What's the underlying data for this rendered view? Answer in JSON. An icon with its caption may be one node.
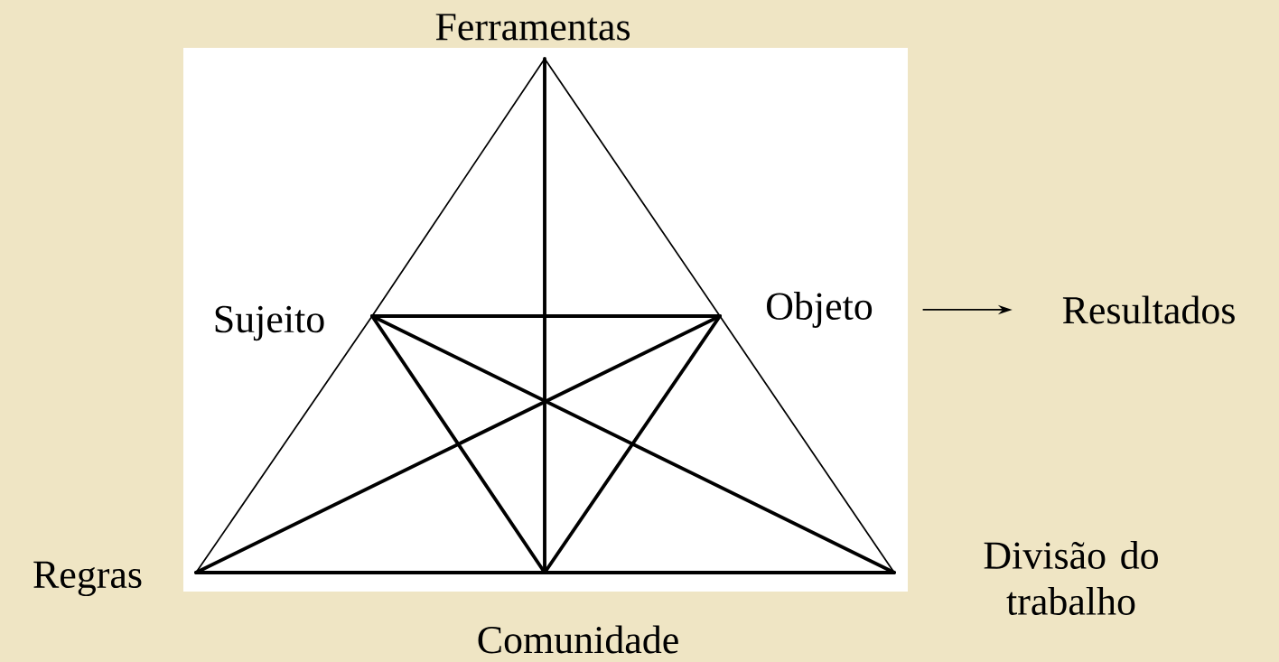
{
  "diagram": {
    "nodes": [
      {
        "text": [
          "Ferramentas"
        ]
      },
      {
        "text": [
          "Sujeito"
        ]
      },
      {
        "text": [
          "Objeto"
        ]
      },
      {
        "text": [
          "Resultados"
        ]
      },
      {
        "text": [
          "Regras"
        ]
      },
      {
        "text": [
          "Comunidade"
        ]
      },
      {
        "text": [
          "Divisão do trabalho"
        ]
      }
    ],
    "edges": [
      {
        "from": 0,
        "to": 1,
        "arrow": "none"
      },
      {
        "from": 1,
        "to": 4,
        "arrow": "none"
      },
      {
        "from": 0,
        "to": 2,
        "arrow": "none"
      },
      {
        "from": 2,
        "to": 6,
        "arrow": "none"
      },
      {
        "from": 4,
        "to": 5,
        "arrow": "none"
      },
      {
        "from": 5,
        "to": 6,
        "arrow": "none"
      },
      {
        "from": 0,
        "to": 5,
        "arrow": "none"
      },
      {
        "from": 1,
        "to": 2,
        "arrow": "none"
      },
      {
        "from": 1,
        "to": 5,
        "arrow": "none"
      },
      {
        "from": 2,
        "to": 5,
        "arrow": "none"
      },
      {
        "from": 1,
        "to": 6,
        "arrow": "none"
      },
      {
        "from": 2,
        "to": 4,
        "arrow": "none"
      },
      {
        "from": 2,
        "to": 3,
        "arrow": "to"
      }
    ]
  }
}
